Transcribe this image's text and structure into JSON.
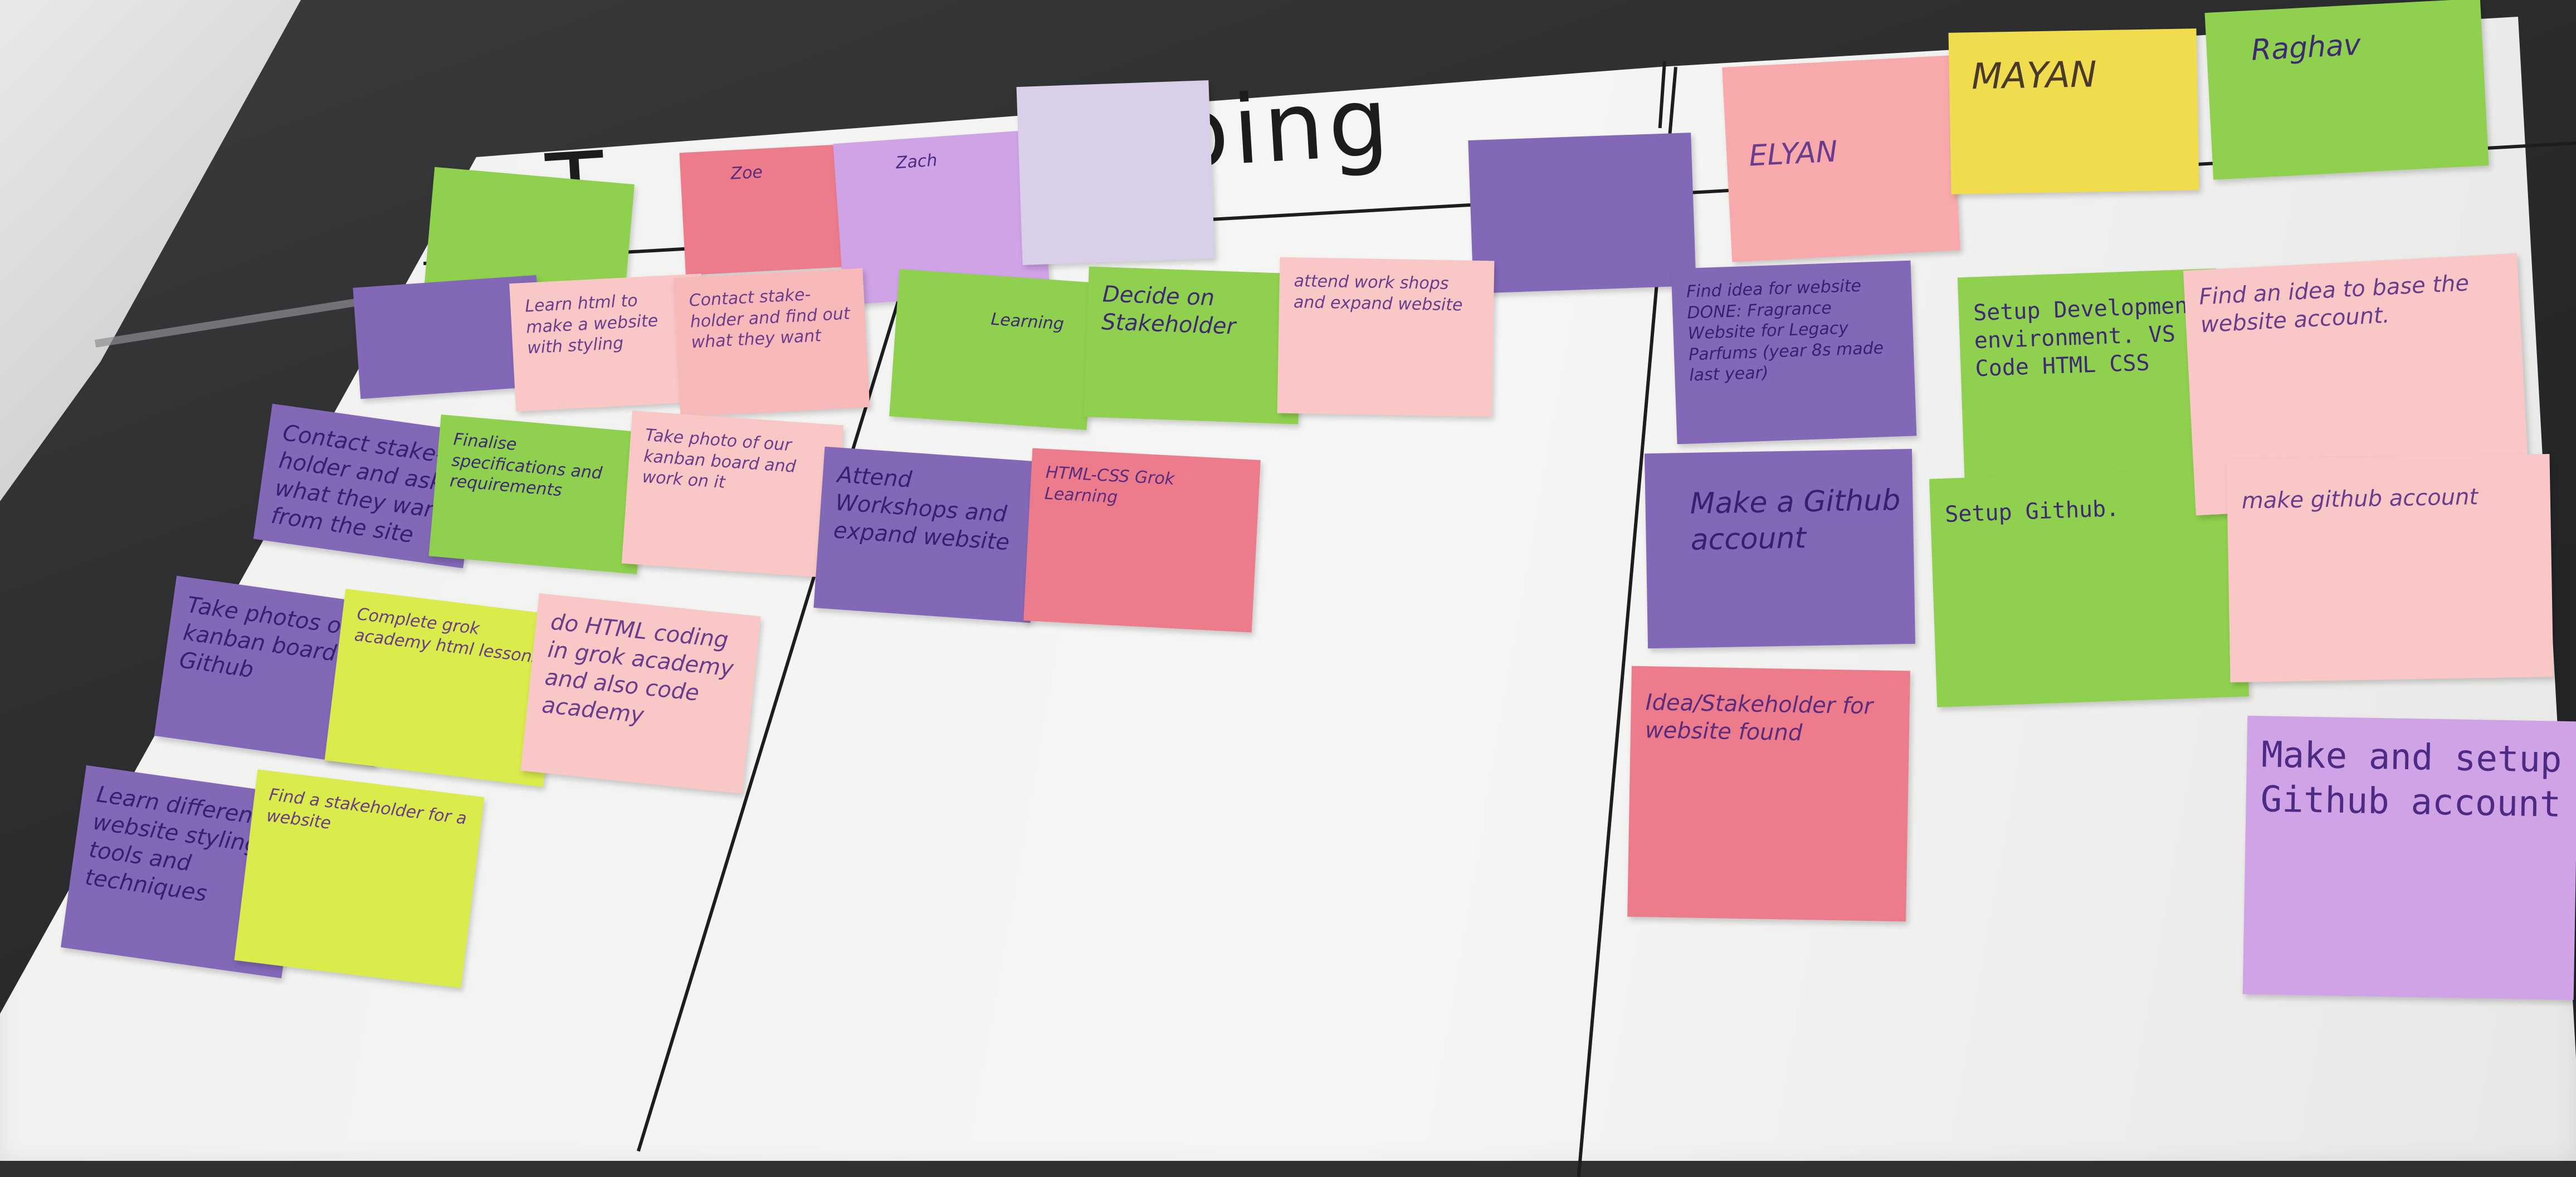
{
  "header": {
    "lead": "T",
    "tail": "ping"
  },
  "name_tags": {
    "elyan": "ELYAN",
    "mayan": "MAYAN",
    "raghav": "Raghav",
    "zoe": "Zoe",
    "zach": "Zach"
  },
  "notes": {
    "left_pink_1": "Learn html to make a website with styling",
    "left_pink_2": "Contact stake-holder and find out what they want",
    "left_purple_2": "Contact stake-holder and ask what they want from the site",
    "left_green_2": "Finalise specifications and requirements",
    "left_pink_3": "Take photo of our kanban board and work on it",
    "left_purple_3": "Take photos of kanban board for Github",
    "left_lime_3": "Complete grok academy html lessons",
    "left_pink_4": "do HTML coding in grok academy and also code academy",
    "left_purple_4": "Learn different website styling tools and techniques",
    "left_lime_4": "Find a stakeholder for a website",
    "mid_green_1": "Learning",
    "mid_green_2": "Decide on Stakeholder",
    "mid_pink_1": "attend work shops and expand website",
    "mid_purple_2": "Attend Workshops and expand website",
    "mid_hotpink_2": "HTML-CSS Grok Learning",
    "r_purple_1": "Find idea for website DONE: Fragrance Website for Legacy Parfums (year 8s made last year)",
    "r_purple_2": "Make a Github account",
    "r_hotpink_1": "Idea/Stakeholder for website found",
    "r_green_1": "Setup Development environment. VS Code HTML CSS",
    "r_green_2": "Setup Github.",
    "r_pink_1": "Find an idea to base the website account.",
    "r_pink_2": "make github account",
    "r_lilac_1": "Make and setup Github account"
  }
}
